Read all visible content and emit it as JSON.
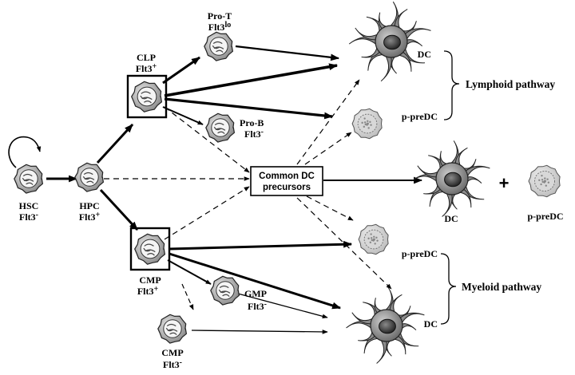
{
  "labels": {
    "hsc": "HSC",
    "hpc": "HPC",
    "clp": "CLP",
    "cmp": "CMP",
    "cmp2": "CMP",
    "pro_t": "Pro-T",
    "pro_b": "Pro-B",
    "gmp": "GMP",
    "flt3_plus": "Flt3+",
    "flt3_minus": "Flt3-",
    "flt3_lo": "Flt3lo",
    "dc": "DC",
    "p_predc": "p-preDC",
    "common_dc_line1": "Common DC",
    "common_dc_line2": "precursors",
    "plus_sign": "+",
    "lymphoid_pathway": "Lymphoid pathway",
    "myeloid_pathway": "Myeloid pathway"
  }
}
